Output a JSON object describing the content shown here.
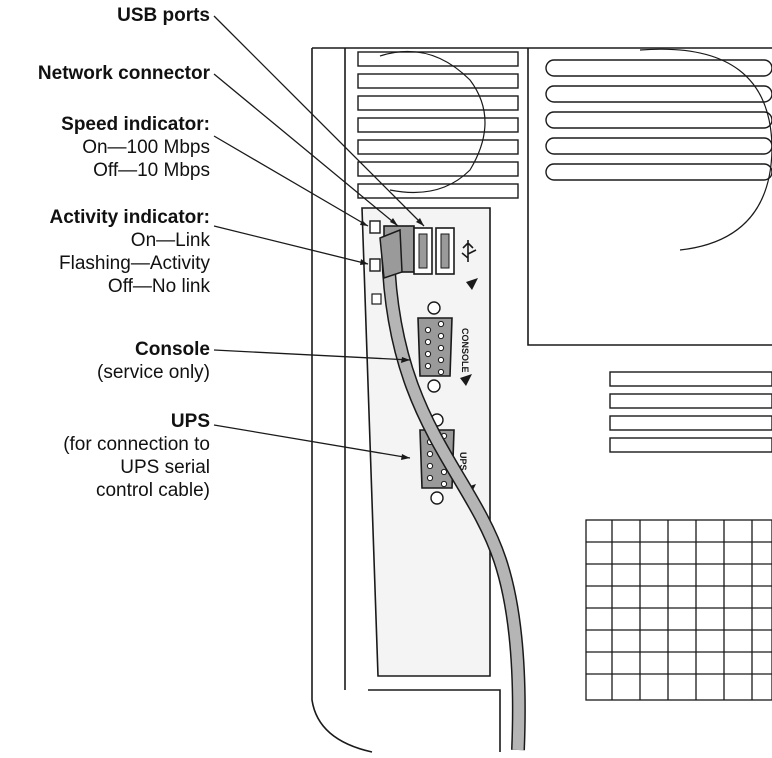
{
  "labels": {
    "usb": {
      "title": "USB ports"
    },
    "network": {
      "title": "Network connector"
    },
    "speed": {
      "title": "Speed indicator:",
      "lines": [
        "On—100 Mbps",
        "Off—10 Mbps"
      ]
    },
    "activity": {
      "title": "Activity indicator:",
      "lines": [
        "On—Link",
        "Flashing—Activity",
        "Off—No link"
      ]
    },
    "console": {
      "title": "Console",
      "lines": [
        "(service only)"
      ]
    },
    "ups": {
      "title": "UPS",
      "lines": [
        "(for connection to",
        "UPS serial",
        "control cable)"
      ]
    }
  },
  "panel_text": {
    "console_port": "CONSOLE",
    "ups_port": "UPS"
  },
  "colors": {
    "line": "#1a1a1a",
    "port_fill": "#9a9a9a",
    "cable_fill": "#b5b5b5",
    "panel_fill": "#f4f4f4"
  }
}
